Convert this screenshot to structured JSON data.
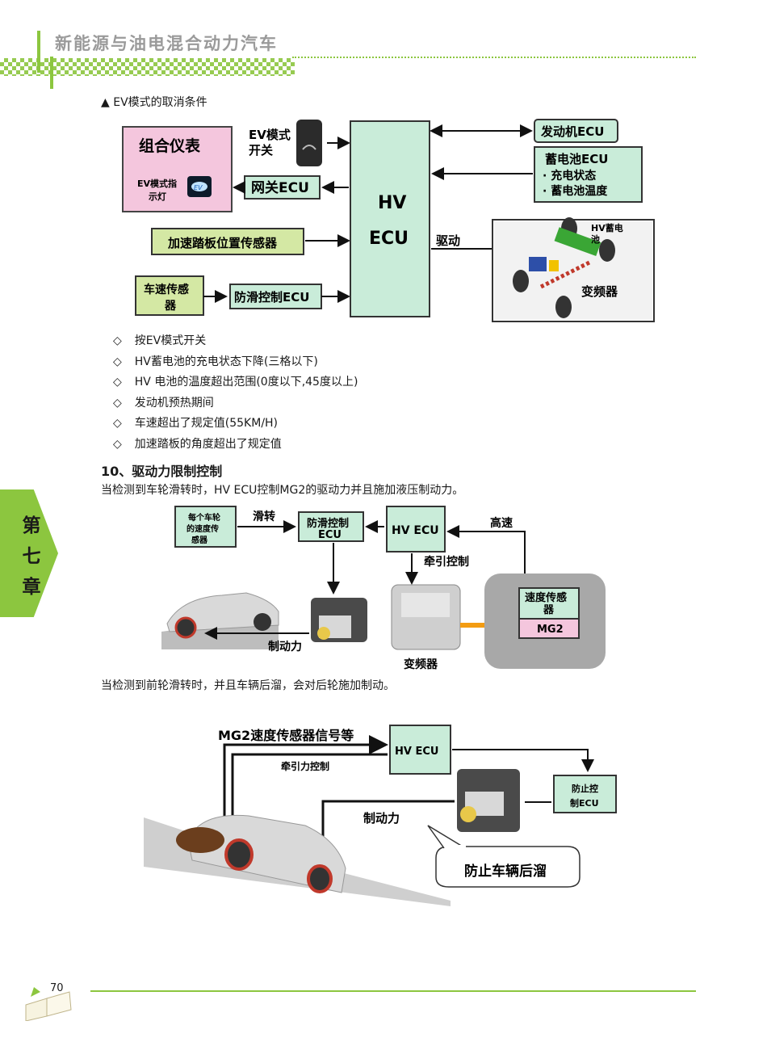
{
  "header": {
    "title": "新能源与油电混合动力汽车"
  },
  "chapter_tab": {
    "chars": [
      "第",
      "七",
      "章"
    ]
  },
  "figure1": {
    "caption": "▲ EV模式的取消条件",
    "combo_meter": "组合仪表",
    "ev_indicator_line1": "EV模式指",
    "ev_indicator_line2": "示灯",
    "ev_icon_text": "EV",
    "ev_switch_line1": "EV模式",
    "ev_switch_line2": "开关",
    "gateway": "网关ECU",
    "accel_sensor": "加速踏板位置传感器",
    "speed_sensor_line1": "车速传感",
    "speed_sensor_line2": "器",
    "antislip": "防滑控制ECU",
    "hv_ecu_line1": "HV",
    "hv_ecu_line2": "ECU",
    "engine_ecu": "发动机ECU",
    "battery_ecu": "蓄电池ECU",
    "battery_item1": "· 充电状态",
    "battery_item2": "· 蓄电池温度",
    "drive": "驱动",
    "hv_battery_line1": "HV蓄电",
    "hv_battery_line2": "池",
    "inverter": "变频器"
  },
  "conditions": [
    "按EV模式开关",
    "HV蓄电池的充电状态下降(三格以下)",
    "HV  电池的温度超出范围(0度以下,45度以上)",
    "发动机预热期间",
    "车速超出了规定值(55KM/H)",
    "加速踏板的角度超出了规定值"
  ],
  "bullet_symbol": "◇",
  "section": {
    "title": "10、驱动力限制控制",
    "para1": "当检测到车轮滑转时，HV  ECU控制MG2的驱动力并且施加液压制动力。",
    "para2": "当检测到前轮滑转时，并且车辆后溜，会对后轮施加制动。"
  },
  "figure2": {
    "wheel_speed_line1": "每个车轮",
    "wheel_speed_line2": "的速度传",
    "wheel_speed_line3": "感器",
    "slip": "滑转",
    "antislip_line1": "防滑控制",
    "antislip_line2": "ECU",
    "hv_ecu": "HV  ECU",
    "high_speed": "高速",
    "traction": "牵引控制",
    "speed_sensor_line1": "速度传感",
    "speed_sensor_line2": "器",
    "mg2": "MG2",
    "braking_force": "制动力",
    "inverter": "变频器"
  },
  "figure3": {
    "mg2_signal": "MG2速度传感器信号等",
    "hv_ecu": "HV  ECU",
    "traction": "牵引力控制",
    "braking_force": "制动力",
    "antislip_line1": "防止控",
    "antislip_line2": "制ECU",
    "rollback": "防止车辆后溜"
  },
  "footer": {
    "page_number": "70"
  },
  "colors": {
    "accent": "#8cc63f",
    "pink": "#f4c6dd",
    "mint": "#c9ecd9",
    "light_green": "#d4e8a4"
  }
}
